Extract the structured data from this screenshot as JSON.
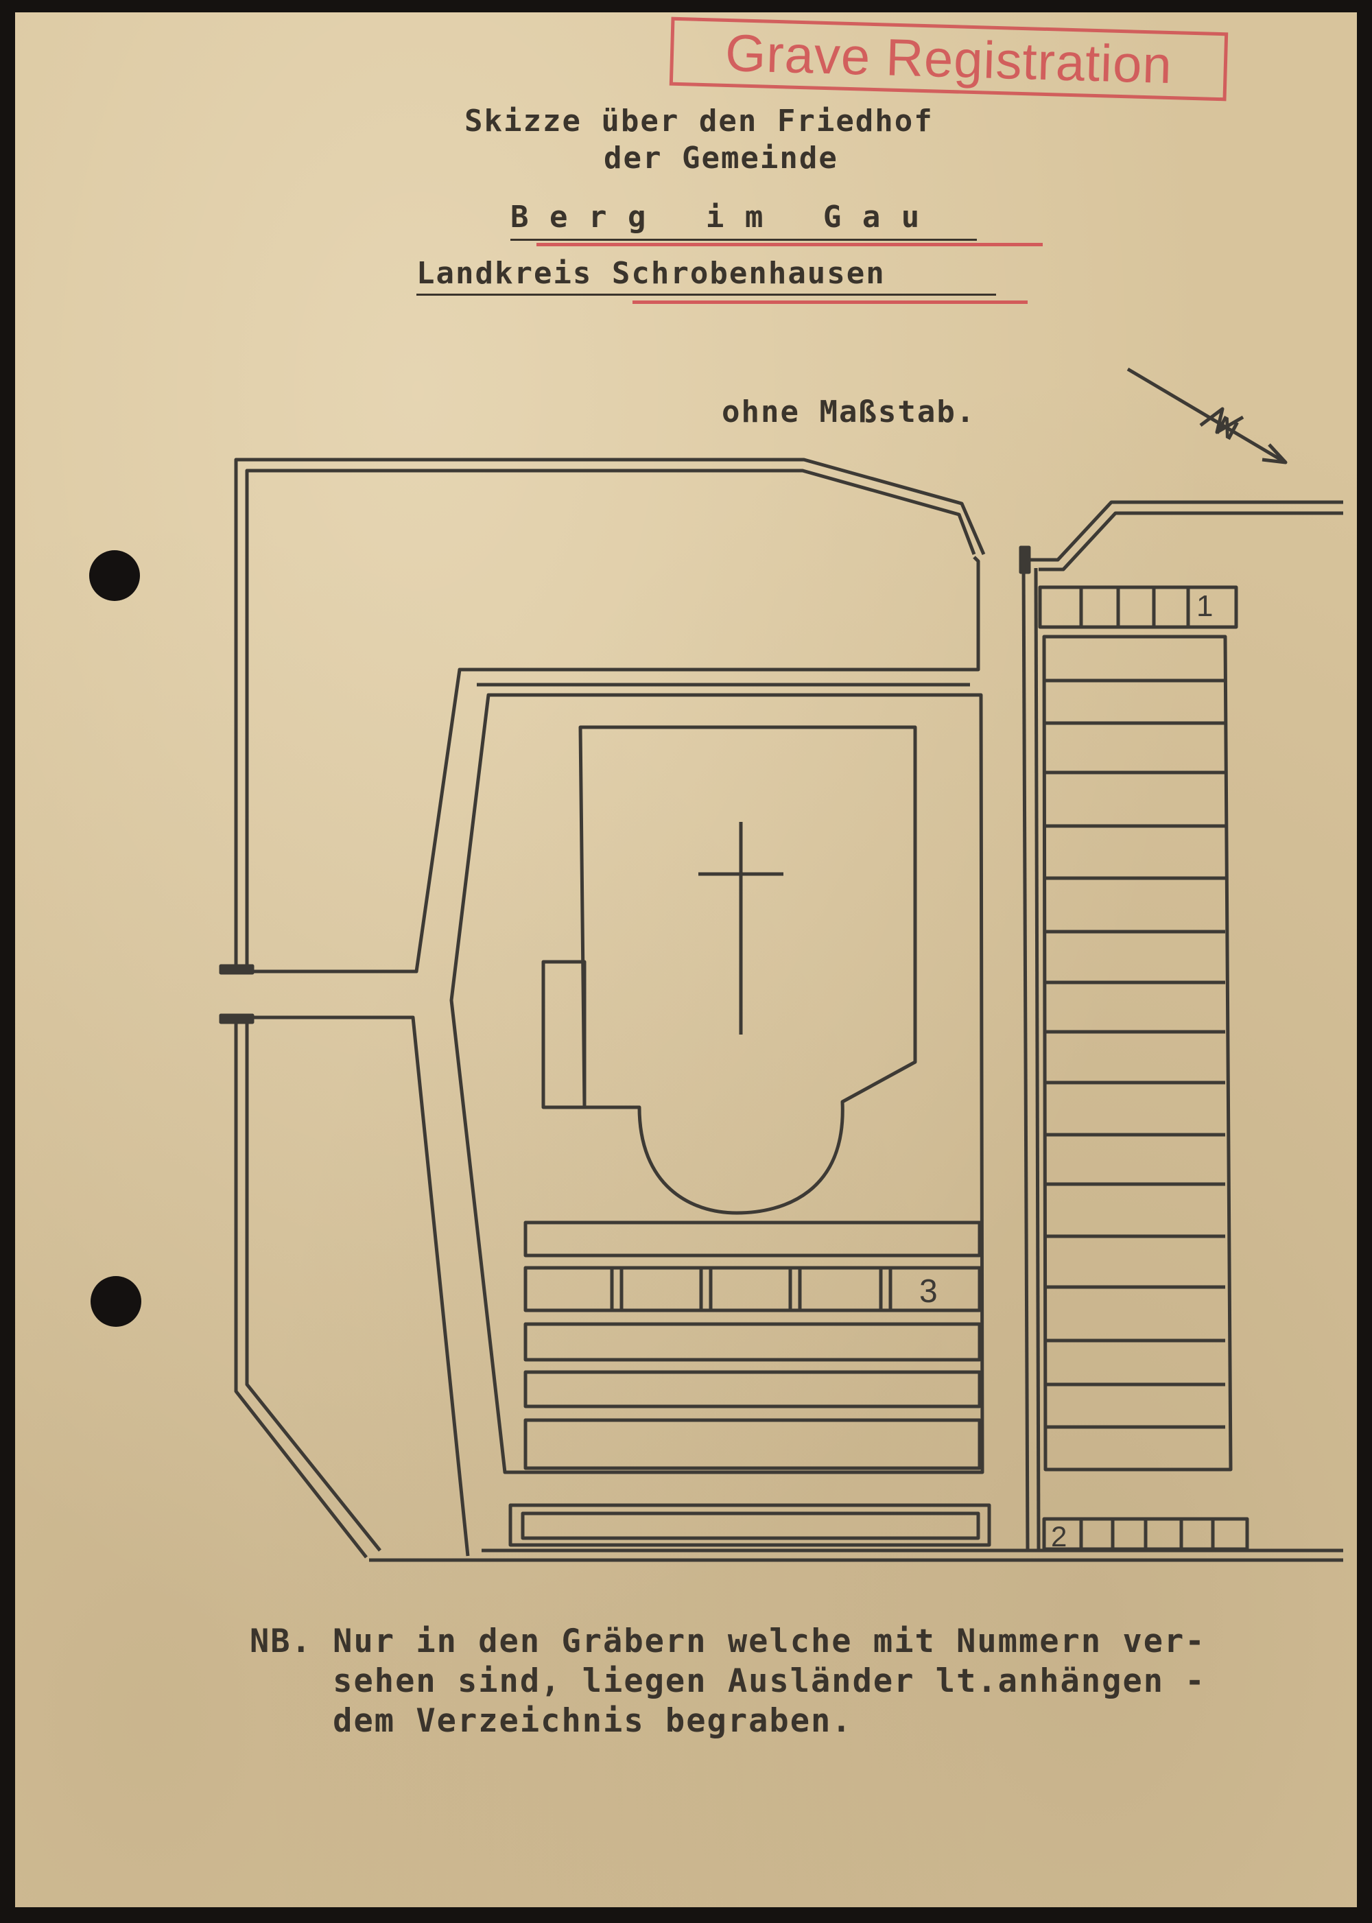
{
  "stamp": {
    "text": "Grave Registration"
  },
  "header": {
    "line1": "Skizze über den Friedhof",
    "line2": "der Gemeinde",
    "place": "B e r g   i m   G a u",
    "district": "Landkreis Schrobenhausen"
  },
  "scale_note": "ohne Maßstab.",
  "plan": {
    "north_arrow_label": "N",
    "sections": [
      {
        "number": "1"
      },
      {
        "number": "2"
      },
      {
        "number": "3"
      }
    ]
  },
  "footnote": {
    "line1": "NB. Nur in den Gräbern welche mit Nummern ver-",
    "line2": "    sehen sind, liegen Ausländer lt.anhängen -",
    "line3": "    dem Verzeichnis begraben."
  },
  "colors": {
    "paper": "#d8c49c",
    "ink": "#3a342c",
    "stamp_red": "#d0484e"
  }
}
